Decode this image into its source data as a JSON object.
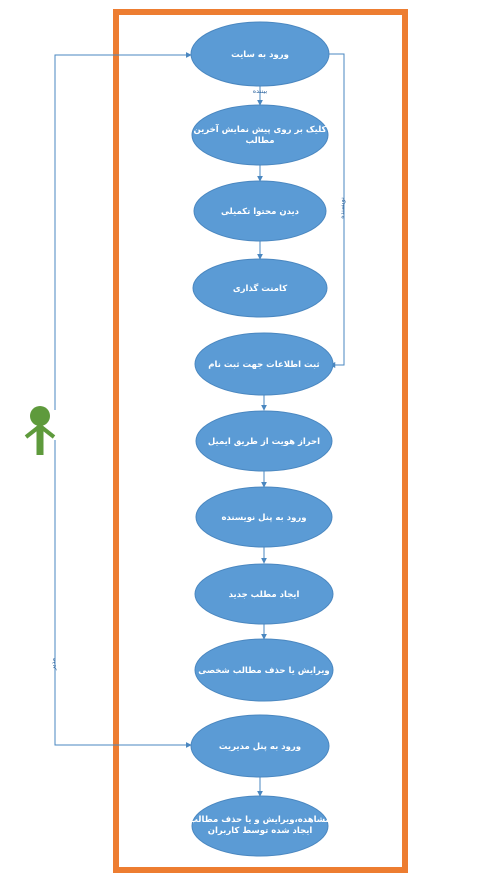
{
  "diagram": {
    "colors": {
      "frame": "#ED7D31",
      "node_fill": "#5B9BD5",
      "node_stroke": "#4A87C0",
      "connector": "#4A87C0",
      "actor": "#5E9A3C"
    },
    "nodes": [
      {
        "id": "n1",
        "lines": [
          "ورود به سایت"
        ]
      },
      {
        "id": "n2",
        "lines": [
          "کلیک بر روی پیش نمایش آخرین",
          "مطالب"
        ]
      },
      {
        "id": "n3",
        "lines": [
          "دیدن محتوا تکمیلی"
        ]
      },
      {
        "id": "n4",
        "lines": [
          "کامنت گذاری"
        ]
      },
      {
        "id": "n5",
        "lines": [
          "ثبت اطلاعات جهت ثبت نام"
        ]
      },
      {
        "id": "n6",
        "lines": [
          "احراز هویت از طریق ایمیل"
        ]
      },
      {
        "id": "n7",
        "lines": [
          "ورود به پنل نویسنده"
        ]
      },
      {
        "id": "n8",
        "lines": [
          "ایجاد مطلب جدید"
        ]
      },
      {
        "id": "n9",
        "lines": [
          "ویرایش یا حذف مطالب شخصی"
        ]
      },
      {
        "id": "n10",
        "lines": [
          "ورود به پنل مدیریت"
        ]
      },
      {
        "id": "n11",
        "lines": [
          "مشاهده،ویرایش و یا حذف مطالب",
          "ایجاد شده توسط کاربران"
        ]
      }
    ],
    "edge_labels": {
      "visitor": "بیننده",
      "writer": "نویسنده",
      "admin": "مدیر"
    },
    "actor": {
      "icon": "user-actor-icon"
    }
  }
}
